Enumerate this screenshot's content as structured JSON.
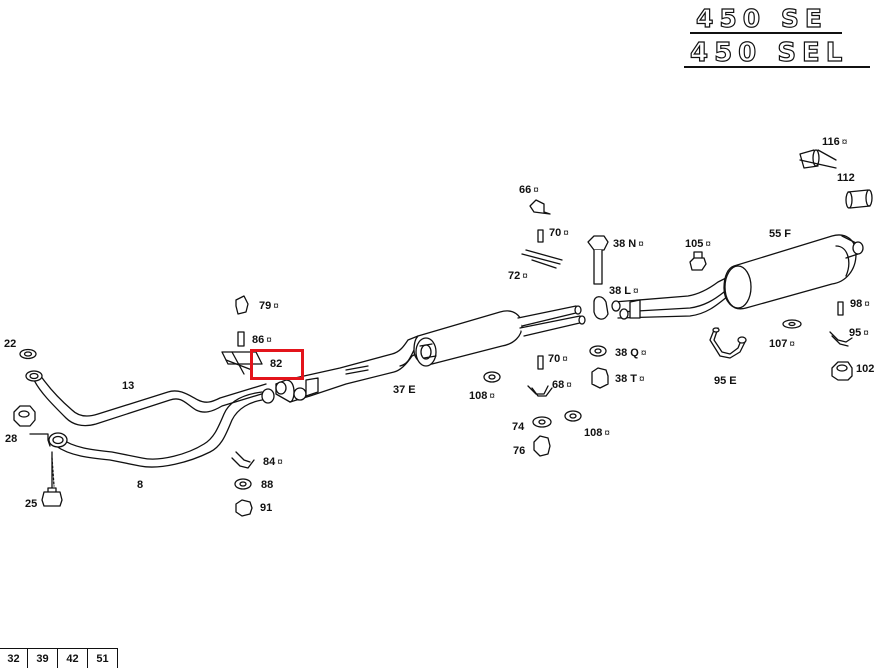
{
  "models": [
    "450 SE",
    "450 SEL"
  ],
  "highlighted_part": "82",
  "parts": [
    {
      "id": "p22",
      "text": "22",
      "marked": false
    },
    {
      "id": "p13",
      "text": "13",
      "marked": false
    },
    {
      "id": "p28",
      "text": "28",
      "marked": false
    },
    {
      "id": "p8",
      "text": "8",
      "marked": false
    },
    {
      "id": "p25",
      "text": "25",
      "marked": false
    },
    {
      "id": "p79",
      "text": "79",
      "marked": true
    },
    {
      "id": "p86",
      "text": "86",
      "marked": true
    },
    {
      "id": "p82",
      "text": "82",
      "marked": false
    },
    {
      "id": "p84",
      "text": "84",
      "marked": true
    },
    {
      "id": "p88",
      "text": "88",
      "marked": false
    },
    {
      "id": "p91",
      "text": "91",
      "marked": false
    },
    {
      "id": "p37e",
      "text": "37 E",
      "marked": false
    },
    {
      "id": "p66",
      "text": "66",
      "marked": true
    },
    {
      "id": "p70a",
      "text": "70",
      "marked": true
    },
    {
      "id": "p72",
      "text": "72",
      "marked": true
    },
    {
      "id": "p38n",
      "text": "38 N",
      "marked": true
    },
    {
      "id": "p38l",
      "text": "38 L",
      "marked": true
    },
    {
      "id": "p70b",
      "text": "70",
      "marked": true
    },
    {
      "id": "p38q",
      "text": "38 Q",
      "marked": true
    },
    {
      "id": "p108a",
      "text": "108",
      "marked": true
    },
    {
      "id": "p68",
      "text": "68",
      "marked": true
    },
    {
      "id": "p38t",
      "text": "38 T",
      "marked": true
    },
    {
      "id": "p74",
      "text": "74",
      "marked": false
    },
    {
      "id": "p108b",
      "text": "108",
      "marked": true
    },
    {
      "id": "p76",
      "text": "76",
      "marked": false
    },
    {
      "id": "p105",
      "text": "105",
      "marked": true
    },
    {
      "id": "p55f",
      "text": "55 F",
      "marked": false
    },
    {
      "id": "p116",
      "text": "116",
      "marked": true
    },
    {
      "id": "p112",
      "text": "112",
      "marked": false
    },
    {
      "id": "p98",
      "text": "98",
      "marked": true
    },
    {
      "id": "p95",
      "text": "95",
      "marked": true
    },
    {
      "id": "p107",
      "text": "107",
      "marked": true
    },
    {
      "id": "p95e",
      "text": "95 E",
      "marked": false
    },
    {
      "id": "p102",
      "text": "102",
      "marked": false
    }
  ],
  "mark_symbol": "¤",
  "page_tabs": [
    "32",
    "39",
    "42",
    "51"
  ]
}
